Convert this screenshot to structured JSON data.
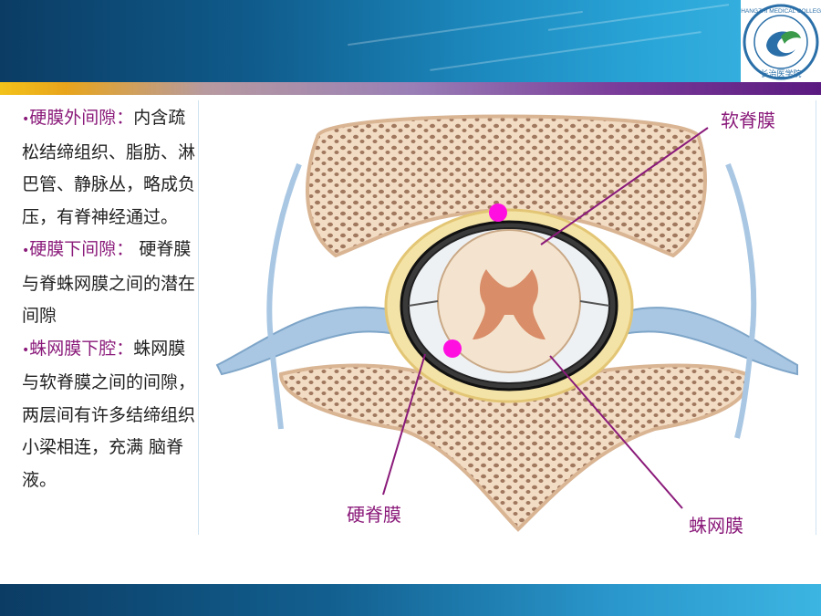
{
  "logo": {
    "ring_text": "CHANGZHI MEDICAL COLLEGE",
    "chinese_text": "长治医学院",
    "colors": {
      "ring": "#2a6fa8",
      "leaf": "#3a9a4a"
    }
  },
  "text_panel": {
    "items": [
      {
        "term": "硬膜外间隙：",
        "body": "内含疏松结缔组织、脂肪、淋巴管、静脉丛，略成负压，有脊神经通过。"
      },
      {
        "term": "硬膜下间隙：",
        "body": " 硬脊膜与脊蛛网膜之间的潜在间隙"
      },
      {
        "term": "蛛网膜下腔：",
        "body": "蛛网膜与软脊膜之间的间隙，两层间有许多结缔组织小梁相连，充满 脑脊液。"
      }
    ]
  },
  "figure": {
    "labels": {
      "pia": "软脊膜",
      "dura": "硬脊膜",
      "arachnoid": "蛛网膜"
    },
    "colors": {
      "leader_line": "#8a1a7a",
      "marker": "#ff10e0",
      "bone": "#f1dcc6",
      "nerve": "#a9c7e3"
    }
  },
  "colors": {
    "accent_purple": "#8a1a7a",
    "banner_dark": "#0b3c64",
    "banner_light": "#3cb5e2"
  }
}
